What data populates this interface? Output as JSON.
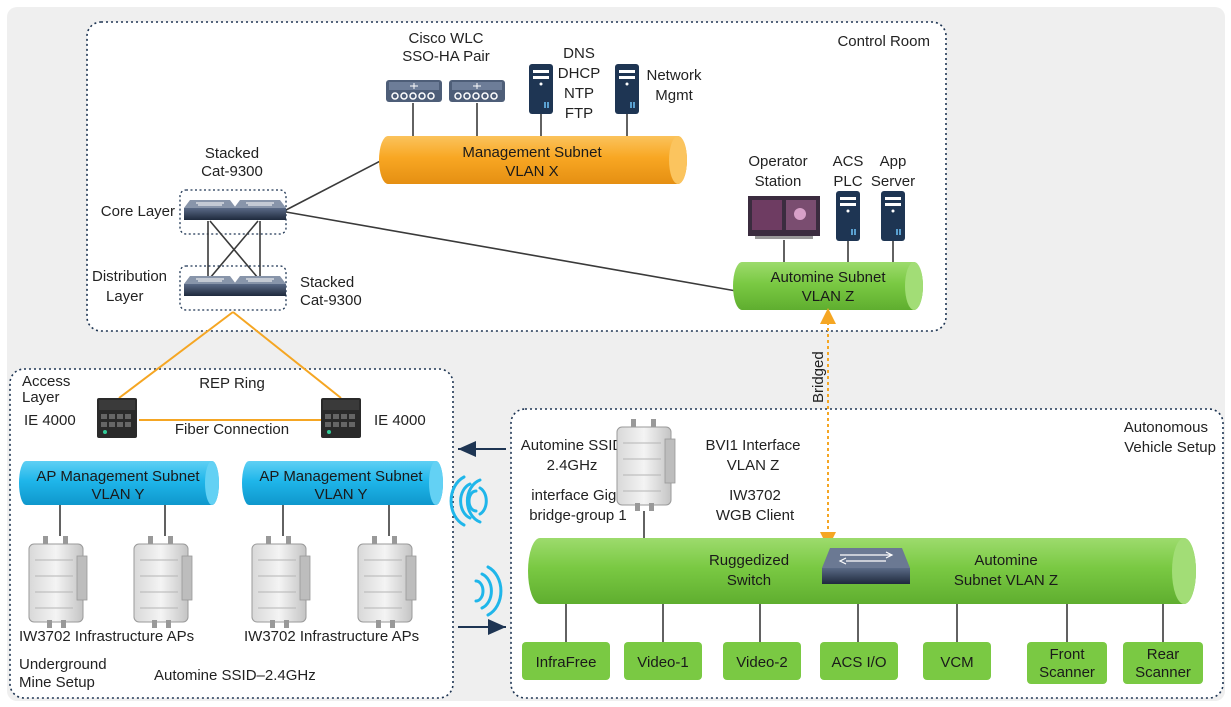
{
  "control_room": {
    "title": "Control Room",
    "wlc": [
      "Cisco WLC",
      "SSO-HA Pair"
    ],
    "services": [
      "DNS",
      "DHCP",
      "NTP",
      "FTP"
    ],
    "netmgmt": [
      "Network",
      "Mgmt"
    ],
    "mgmt_pipe": [
      "Management Subnet",
      "VLAN X"
    ],
    "stacked_top": [
      "Stacked",
      "Cat-9300"
    ],
    "stacked_bottom": [
      "Stacked",
      "Cat-9300"
    ],
    "core_layer": "Core Layer",
    "distribution": [
      "Distribution",
      "Layer"
    ],
    "operator": [
      "Operator",
      "Station"
    ],
    "acs_plc": [
      "ACS",
      "PLC"
    ],
    "app_server": [
      "App",
      "Server"
    ],
    "automine_pipe": [
      "Automine Subnet",
      "VLAN Z"
    ]
  },
  "bridged_label": "Bridged",
  "underground": {
    "access_layer": [
      "Access",
      "Layer"
    ],
    "rep_ring": "REP Ring",
    "ie_left": "IE 4000",
    "ie_right": "IE 4000",
    "fiber": "Fiber Connection",
    "ap_pipe_left": [
      "AP Management Subnet",
      "VLAN Y"
    ],
    "ap_pipe_right": [
      "AP Management Subnet",
      "VLAN Y"
    ],
    "aps_left": "IW3702 Infrastructure APs",
    "aps_right": "IW3702 Infrastructure APs",
    "setup": [
      "Underground",
      "Mine Setup"
    ],
    "ssid": "Automine SSID–2.4GHz"
  },
  "vehicle": {
    "title": [
      "Autonomous",
      "Vehicle Setup"
    ],
    "ssid": [
      "Automine SSID",
      "2.4GHz"
    ],
    "iface": [
      "interface Gig0",
      "bridge-group 1"
    ],
    "bvi": [
      "BVI1 Interface",
      "VLAN Z"
    ],
    "wgb": [
      "IW3702",
      "WGB Client"
    ],
    "switch_label": [
      "Ruggedized",
      "Switch"
    ],
    "subnet_label": [
      "Automine",
      "Subnet VLAN Z"
    ],
    "devices": [
      [
        "InfraFree"
      ],
      [
        "Video-1"
      ],
      [
        "Video-2"
      ],
      [
        "ACS I/O"
      ],
      [
        "VCM"
      ],
      [
        "Front",
        "Scanner"
      ],
      [
        "Rear",
        "Scanner"
      ]
    ]
  },
  "colors": {
    "orange": "#f8a723",
    "green": "#7ac943",
    "blue": "#1fb6ea",
    "navy": "#1e3553",
    "panel": "#efefef"
  }
}
